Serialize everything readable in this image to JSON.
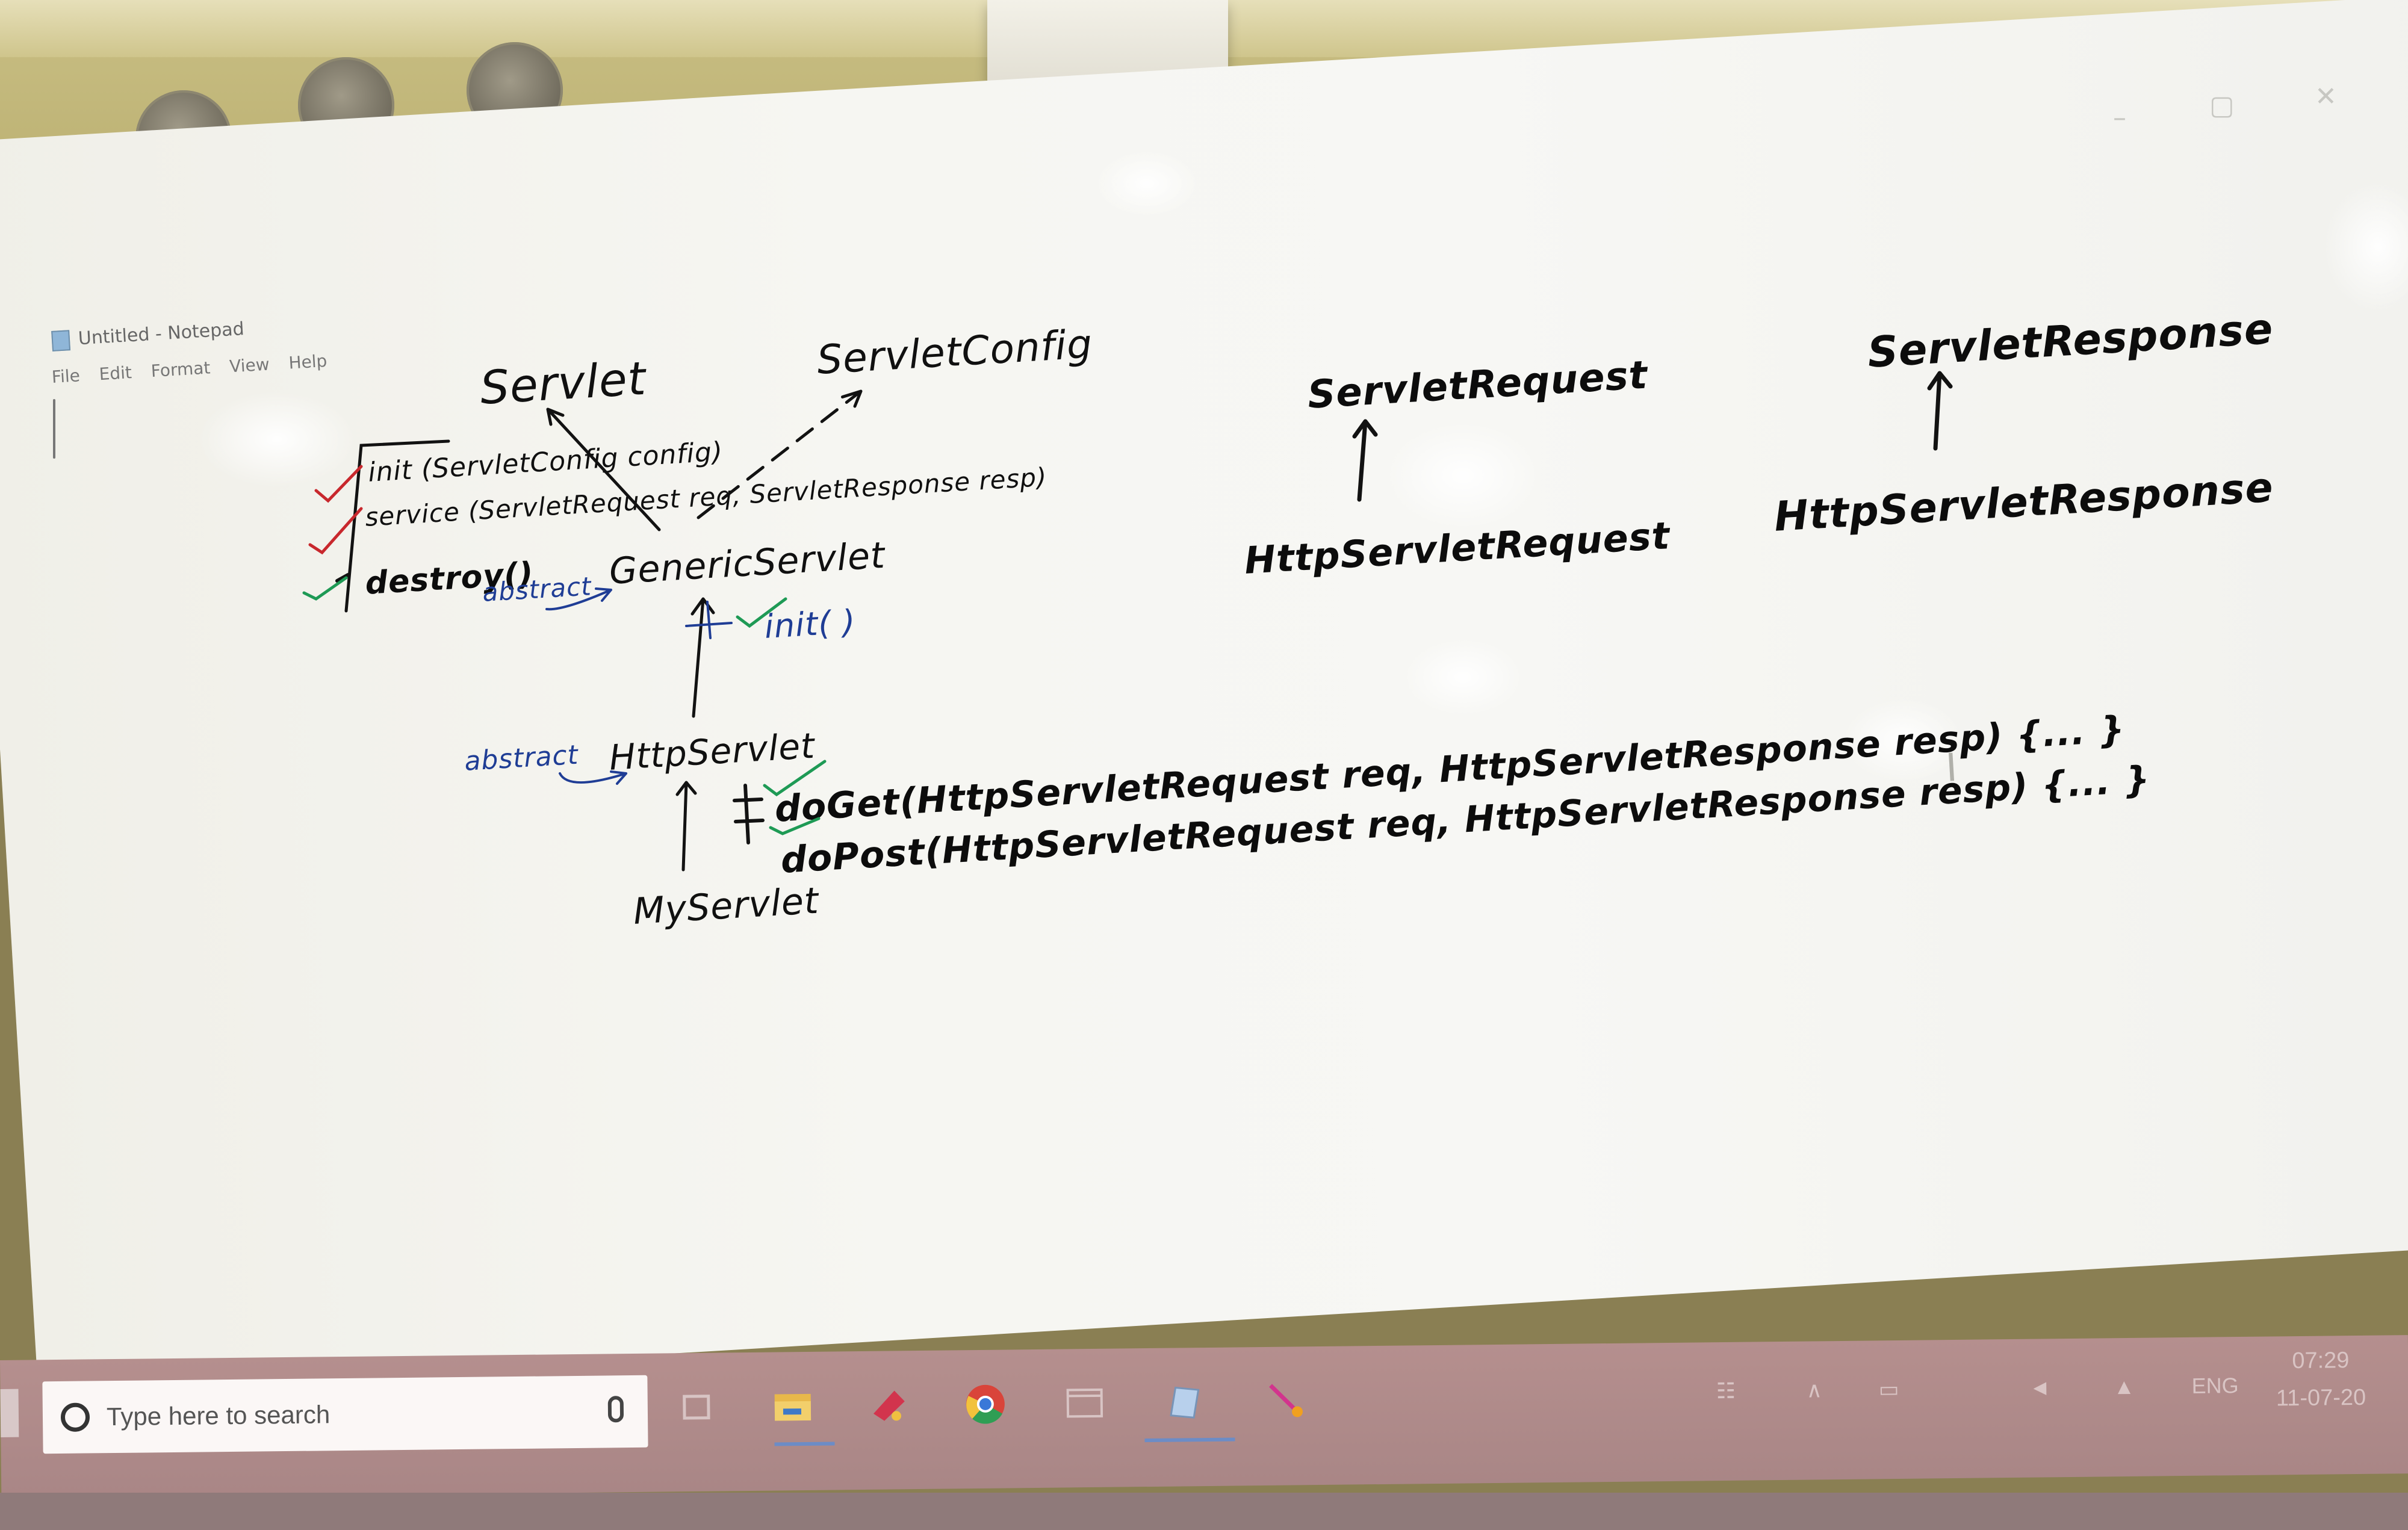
{
  "notepad": {
    "title": "Untitled - Notepad",
    "menu": [
      "File",
      "Edit",
      "Format",
      "View",
      "Help"
    ],
    "window_controls": {
      "minimize": "–",
      "maximize": "▢",
      "close": "✕"
    }
  },
  "whiteboard": {
    "servlet": "Servlet",
    "servlet_config": "ServletConfig",
    "method_init": "init (ServletConfig config)",
    "method_service": "service (ServletRequest req, ServletResponse resp)",
    "method_destroy": "destroy()",
    "abstract_1": "abstract",
    "generic_servlet": "GenericServlet",
    "init_override": "init( )",
    "abstract_2": "abstract",
    "http_servlet": "HttpServlet",
    "do_get": "doGet(HttpServletRequest req, HttpServletResponse resp) {...     }",
    "do_post": "doPost(HttpServletRequest req, HttpServletResponse resp) {...   }",
    "my_servlet": "MyServlet",
    "servlet_request": "ServletRequest",
    "http_servlet_request": "HttpServletRequest",
    "servlet_response": "ServletResponse",
    "http_servlet_response": "HttpServletResponse",
    "text_cursor": "I"
  },
  "taskbar": {
    "search_placeholder": "Type here to search",
    "icons": [
      "task-view",
      "file-explorer",
      "paint",
      "chrome",
      "window",
      "notepad",
      "magic-wand"
    ],
    "language": "ENG",
    "time": "07:29",
    "date": "11-07-20"
  },
  "colors": {
    "ink_black": "#101010",
    "ink_blue": "#1f3d95",
    "tick_red": "#c8282d",
    "tick_green": "#1e9a55",
    "taskbar": "#b58f8e"
  }
}
